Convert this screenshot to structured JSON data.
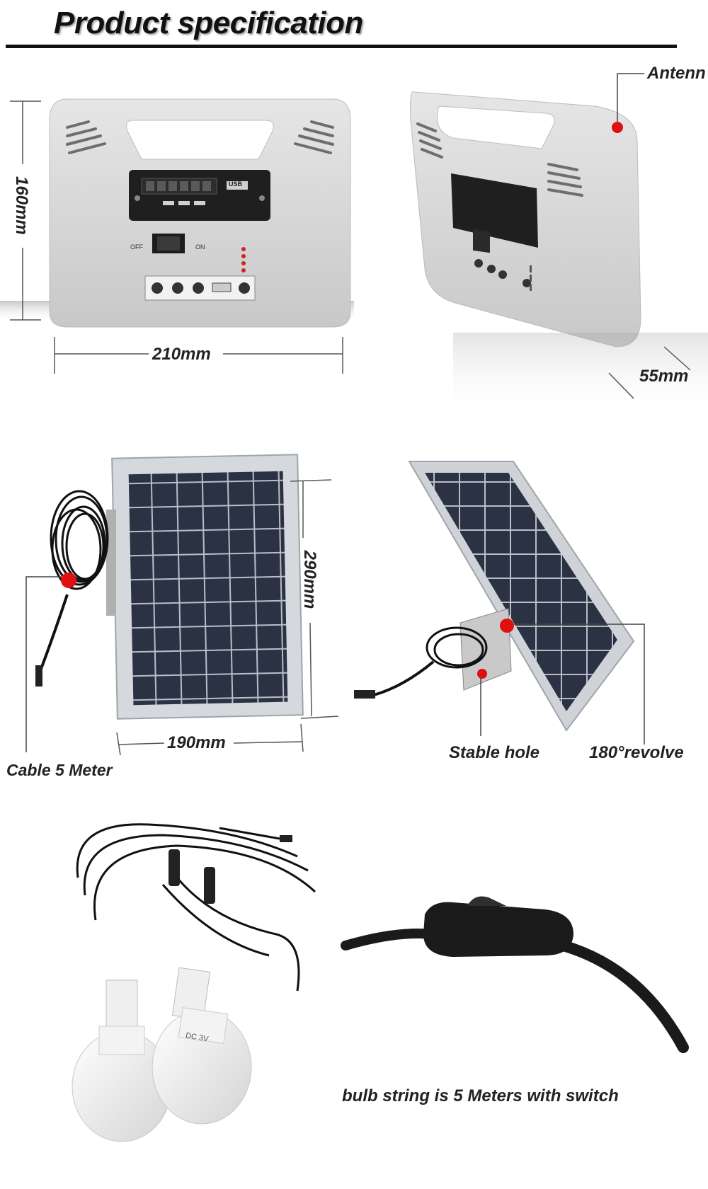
{
  "header": {
    "title": "Product specification"
  },
  "box_front": {
    "height_label": "160mm",
    "width_label": "210mm",
    "switch_off": "OFF",
    "switch_on": "ON",
    "usb_text": "USB"
  },
  "box_side": {
    "antenna_label": "Antenn",
    "depth_label": "55mm"
  },
  "panel_front": {
    "height_label": "290mm",
    "width_label": "190mm",
    "cable_label": "Cable 5 Meter"
  },
  "panel_side": {
    "hole_label": "Stable hole",
    "revolve_label": "180°revolve"
  },
  "bulbs": {
    "caption": "bulb string is 5 Meters with switch",
    "bulb_text": "DC 3V"
  },
  "colors": {
    "marker_red": "#e01010",
    "housing_grey": "#d9d9d9",
    "panel_cell": "#2c3346",
    "frame_silver": "#c9cdd1"
  }
}
